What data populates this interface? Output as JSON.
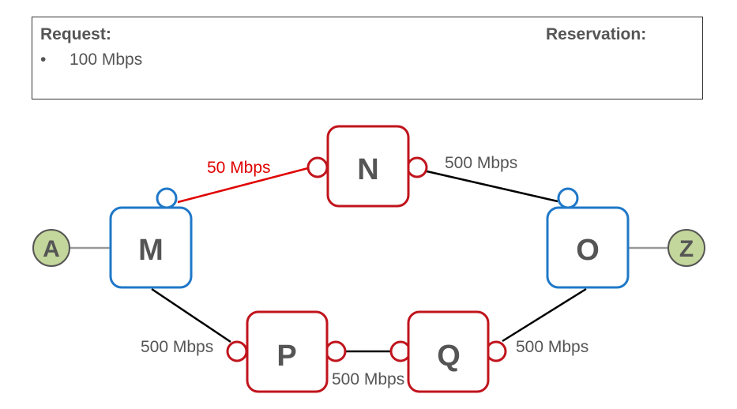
{
  "request": {
    "heading": "Request:",
    "bullet": "•",
    "items": [
      "100 Mbps"
    ]
  },
  "reservation": {
    "heading": "Reservation:"
  },
  "colors": {
    "router_red": "#c0141c",
    "router_blue": "#1f78c8",
    "endpoint_fill": "#c3d69b",
    "link_black": "#000000",
    "link_red": "#e00000",
    "link_gray": "#999999"
  },
  "endpoints": [
    {
      "id": "A",
      "label": "A"
    },
    {
      "id": "Z",
      "label": "Z"
    }
  ],
  "routers": [
    {
      "id": "M",
      "label": "M",
      "color": "blue"
    },
    {
      "id": "N",
      "label": "N",
      "color": "red"
    },
    {
      "id": "O",
      "label": "O",
      "color": "blue"
    },
    {
      "id": "P",
      "label": "P",
      "color": "red"
    },
    {
      "id": "Q",
      "label": "Q",
      "color": "red"
    }
  ],
  "links": [
    {
      "from": "M",
      "to": "N",
      "capacity": "50 Mbps",
      "highlight": true
    },
    {
      "from": "N",
      "to": "O",
      "capacity": "500 Mbps",
      "highlight": false
    },
    {
      "from": "M",
      "to": "P",
      "capacity": "500 Mbps",
      "highlight": false
    },
    {
      "from": "P",
      "to": "Q",
      "capacity": "500 Mbps",
      "highlight": false
    },
    {
      "from": "Q",
      "to": "O",
      "capacity": "500 Mbps",
      "highlight": false
    },
    {
      "from": "A",
      "to": "M",
      "capacity": "",
      "highlight": false
    },
    {
      "from": "O",
      "to": "Z",
      "capacity": "",
      "highlight": false
    }
  ]
}
